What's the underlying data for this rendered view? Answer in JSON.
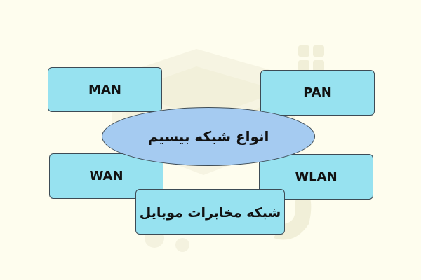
{
  "center": {
    "label": "انواع شبکه بیسیم"
  },
  "boxes": {
    "man": "MAN",
    "pan": "PAN",
    "wan": "WAN",
    "wlan": "WLAN",
    "mobile": "شبکه مخابرات موبایل"
  },
  "colors": {
    "background": "#fefdee",
    "box_fill": "#97e2f0",
    "ellipse_fill": "#a5cbf1",
    "border": "#3d4b55",
    "watermark": "#f3f1dc"
  },
  "watermark": {
    "icon": "logo-watermark-icon"
  }
}
